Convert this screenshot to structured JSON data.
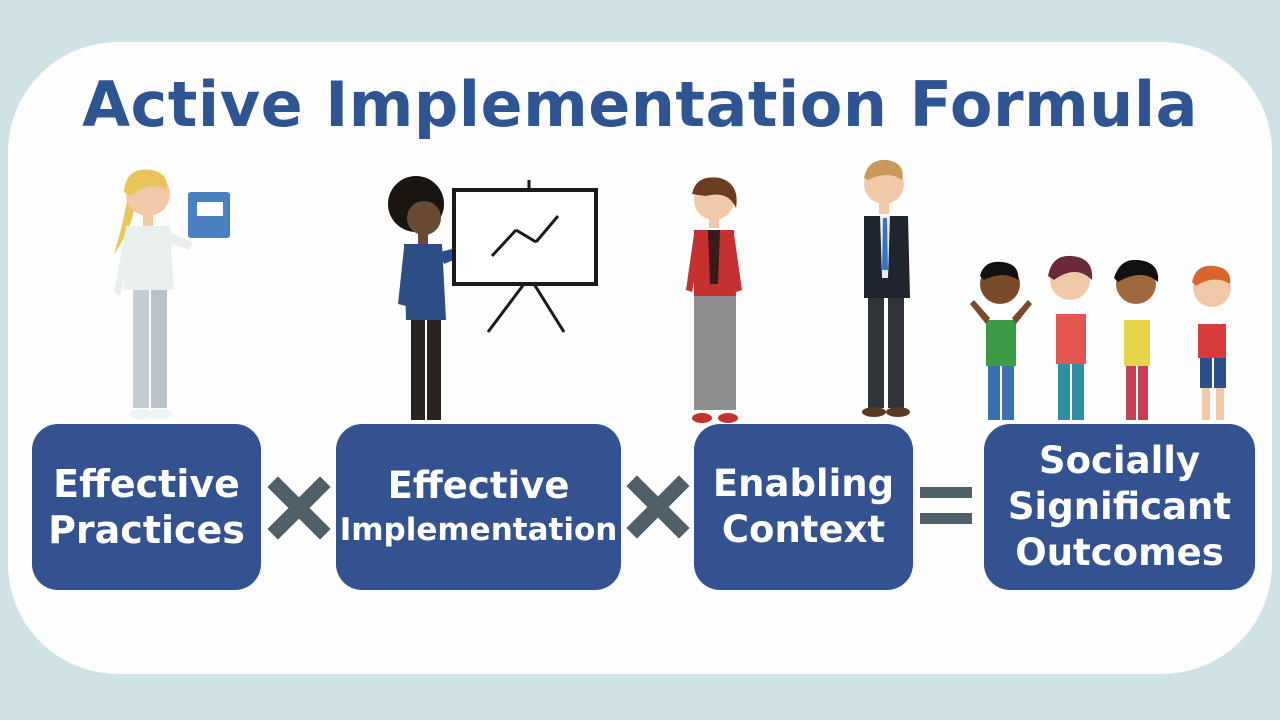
{
  "title": "Active Implementation Formula",
  "boxes": [
    {
      "line1": "Effective",
      "line2": "Practices"
    },
    {
      "line1": "Effective",
      "line2": "Implementation"
    },
    {
      "line1": "Enabling",
      "line2": "Context"
    },
    {
      "line1": "Socially",
      "line2": "Significant",
      "line3": "Outcomes"
    }
  ],
  "operators": [
    "multiply-icon",
    "multiply-icon",
    "equals-icon"
  ],
  "colors": {
    "box": "#33528f",
    "title": "#2e5591",
    "operator": "#4f6068",
    "background": "#cfe2e6",
    "panel": "#fdfdfd"
  }
}
